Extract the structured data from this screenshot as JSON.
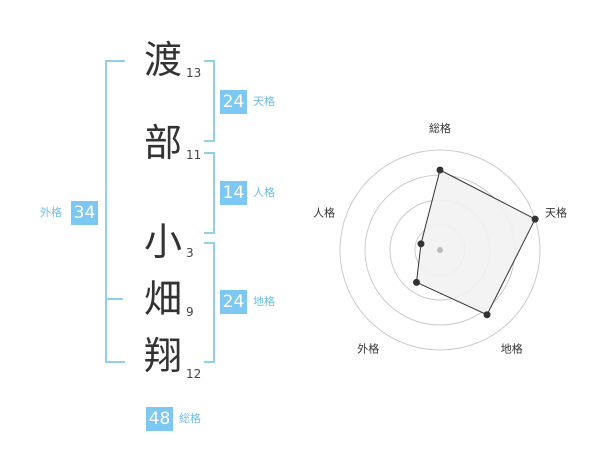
{
  "name": [
    {
      "char": "渡",
      "strokes": "13"
    },
    {
      "char": "部",
      "strokes": "11"
    },
    {
      "char": "小",
      "strokes": "3"
    },
    {
      "char": "畑",
      "strokes": "9"
    },
    {
      "char": "翔",
      "strokes": "12"
    }
  ],
  "fortunes": {
    "tenkaku": {
      "value": "24",
      "label": "天格"
    },
    "jinkaku": {
      "value": "14",
      "label": "人格"
    },
    "chikaku": {
      "value": "24",
      "label": "地格"
    },
    "gaikaku": {
      "value": "34",
      "label": "外格"
    },
    "soukaku": {
      "value": "48",
      "label": "総格"
    }
  },
  "chart_data": {
    "type": "radar",
    "axes": [
      "総格",
      "天格",
      "地格",
      "外格",
      "人格"
    ],
    "values": [
      4,
      5,
      4,
      2,
      1
    ],
    "range": [
      0,
      5
    ],
    "rings": 4
  },
  "colors": {
    "accent": "#7dc8f2",
    "bracket": "#8fcff0",
    "fill": "#f2f2f2"
  }
}
